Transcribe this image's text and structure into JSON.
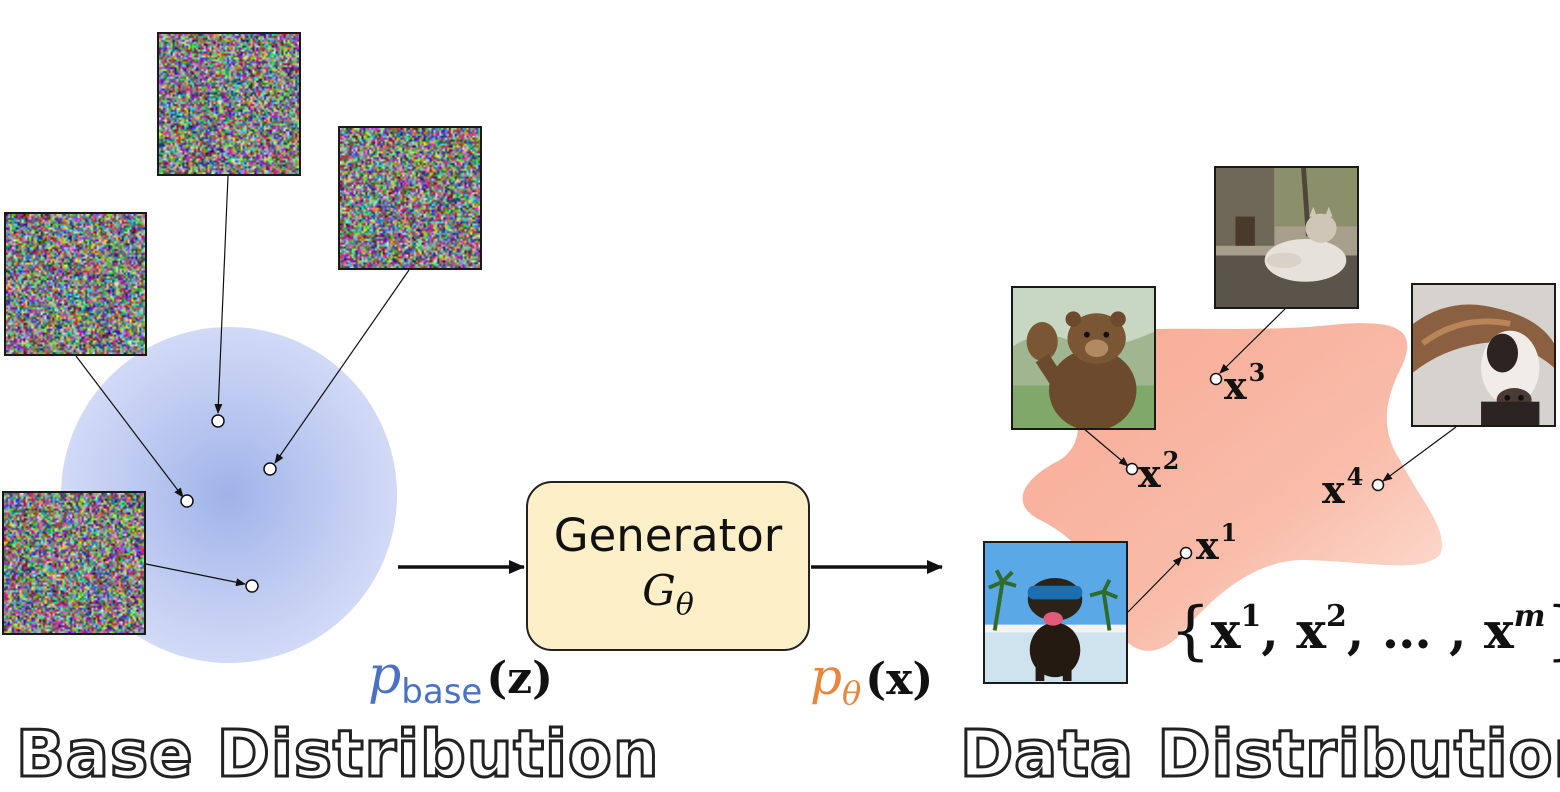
{
  "generator": {
    "label": "Generator",
    "symbol": "G",
    "symbol_sub": "θ"
  },
  "base_density": {
    "p": "p",
    "sub": "base",
    "arg": "(z)"
  },
  "model_density": {
    "p": "p",
    "sub": "θ",
    "arg": "(x)"
  },
  "samples": [
    {
      "name": "x",
      "sup": "1"
    },
    {
      "name": "x",
      "sup": "2"
    },
    {
      "name": "x",
      "sup": "3"
    },
    {
      "name": "x",
      "sup": "4"
    }
  ],
  "dataset": {
    "open": "{",
    "items": [
      "x",
      "1",
      "x",
      "2",
      "…",
      "x",
      "m"
    ],
    "close": "}"
  },
  "titles": {
    "left": "Base Distribution",
    "right": "Data Distribution"
  },
  "colors": {
    "base_blob": "#9aaee8",
    "data_blob": "#f5967a",
    "generator_fill": "#fdefc8",
    "p_base": "#4a72c4",
    "p_theta": "#e8863a"
  },
  "photos": [
    {
      "subject": "dog with sunglasses"
    },
    {
      "subject": "bear waving"
    },
    {
      "subject": "cat sitting on street"
    },
    {
      "subject": "cow with long hair"
    }
  ]
}
